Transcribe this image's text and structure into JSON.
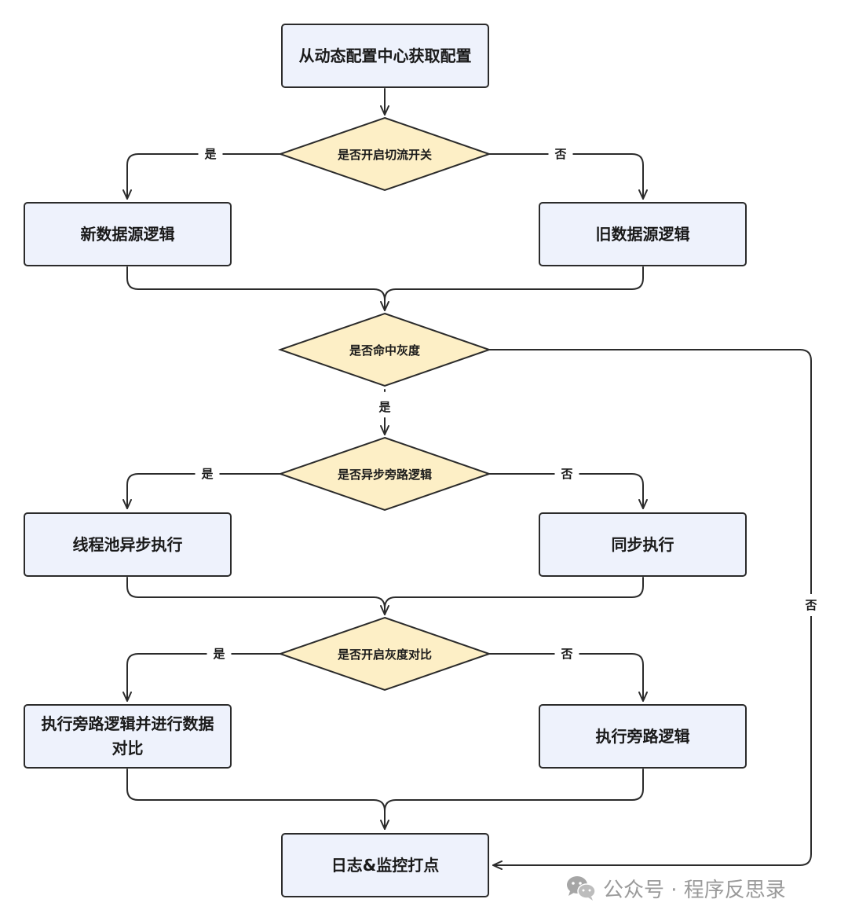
{
  "colors": {
    "node_fill": "#eef2fc",
    "decision_fill": "#fdefc6",
    "stroke": "#2b2b2b"
  },
  "nodes": {
    "fetch_config": "从动态配置中心获取配置",
    "new_ds": "新数据源逻辑",
    "old_ds": "旧数据源逻辑",
    "thread_pool": "线程池异步执行",
    "sync_exec": "同步执行",
    "exec_compare": "执行旁路逻辑并进行数据对比",
    "exec_bypass": "执行旁路逻辑",
    "log_monitor": "日志&监控打点"
  },
  "decisions": {
    "switch": "是否开启切流开关",
    "gray": "是否命中灰度",
    "async": "是否异步旁路逻辑",
    "compare": "是否开启灰度对比"
  },
  "edge_labels": {
    "switch_yes": "是",
    "switch_no": "否",
    "gray_yes": "是",
    "gray_no": "否",
    "async_yes": "是",
    "async_no": "否",
    "compare_yes": "是",
    "compare_no": "否"
  },
  "watermark": {
    "icon": "wechat-icon",
    "text": "公众号 · 程序反思录"
  }
}
